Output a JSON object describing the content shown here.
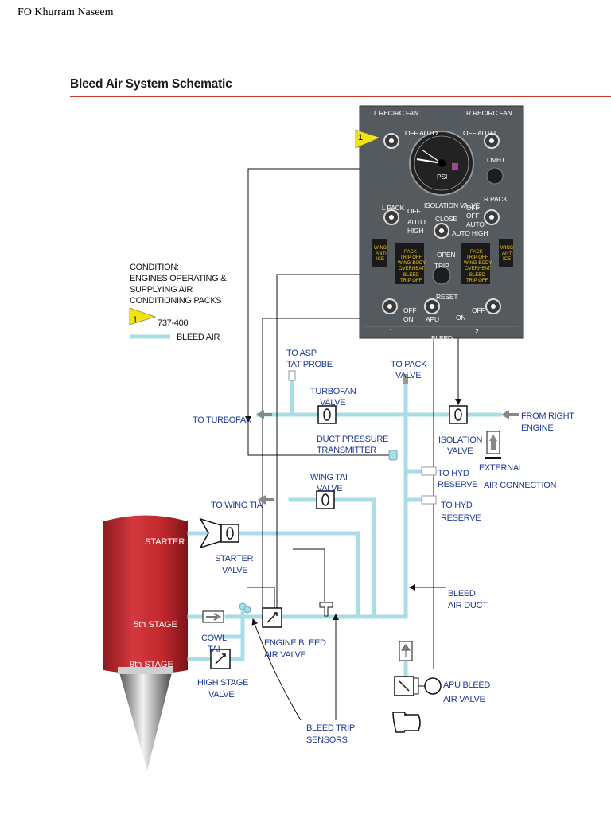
{
  "header": {
    "author": "FO Khurram Naseem",
    "title": "Bleed Air System Schematic"
  },
  "legend": {
    "condition_lines": [
      "CONDITION:",
      "ENGINES OPERATING &",
      "SUPPLYING AIR",
      "CONDITIONING PACKS"
    ],
    "flag_number": "1",
    "flag_text": "737-400",
    "bleed_air": "BLEED AIR"
  },
  "panel": {
    "l_recirc_fan": "L RECIRC FAN",
    "r_recirc_fan": "R RECIRC FAN",
    "off_auto": "OFF AUTO",
    "gauge_unit": "PSI",
    "ovht": "OVHT",
    "l_pack": "L PACK",
    "r_pack": "R PACK",
    "isolation_valve": "ISOLATION VALVE",
    "off": "OFF",
    "auto": "AUTO",
    "high": "HIGH",
    "close": "CLOSE",
    "auto_high": "AUTO HIGH",
    "open": "OPEN",
    "trip": "TRIP",
    "reset": "RESET",
    "on": "ON",
    "apu": "APU",
    "num_1": "1",
    "num_2": "2",
    "bleed": "BLEED",
    "flag_number": "1",
    "wing_anti_ice": [
      "WING",
      "ANTI",
      "ICE"
    ],
    "annunciator": [
      "PACK",
      "TRIP OFF",
      "WING-BODY",
      "OVERHEAT",
      "BLEED",
      "TRIP OFF"
    ]
  },
  "labels": {
    "to_asp": [
      "TO ASP",
      "TAT PROBE"
    ],
    "to_pack_valve": [
      "TO PACK",
      "VALVE"
    ],
    "turbofan_valve": [
      "TURBOFAN",
      "VALVE"
    ],
    "to_turbofan": "TO TURBOFAN",
    "from_right_engine": [
      "FROM RIGHT",
      "ENGINE"
    ],
    "isolation_valve": [
      "ISOLATION",
      "VALVE"
    ],
    "duct_pressure": [
      "DUCT PRESSURE",
      "TRANSMITTER"
    ],
    "external_air": [
      "EXTERNAL",
      "AIR CONNECTION"
    ],
    "to_hyd_reserve_1": [
      "TO HYD",
      "RESERVE"
    ],
    "wing_tai_valve": [
      "WING TAI",
      "VALVE"
    ],
    "to_wing_tia": "TO WING TIA",
    "to_hyd_reserve_2": [
      "TO HYD",
      "RESERVE"
    ],
    "starter": "STARTER",
    "starter_valve": [
      "STARTER",
      "VALVE"
    ],
    "bleed_air_duct": [
      "BLEED",
      "AIR DUCT"
    ],
    "fifth_stage": "5th STAGE",
    "cowl_tai": [
      "COWL",
      "TAI"
    ],
    "engine_bleed_valve": [
      "ENGINE BLEED",
      "AIR VALVE"
    ],
    "ninth_stage": "9th STAGE",
    "high_stage_valve": [
      "HIGH STAGE",
      "VALVE"
    ],
    "apu_bleed_valve": [
      "APU BLEED",
      "AIR VALVE"
    ],
    "bleed_trip_sensors": [
      "BLEED TRIP",
      "SENSORS"
    ]
  },
  "colors": {
    "bleed_air": "#a8dde6",
    "panel": "#555a5e",
    "engine": "#c0282d",
    "label": "#1f3a93",
    "accent_rule": "#c0392b"
  }
}
